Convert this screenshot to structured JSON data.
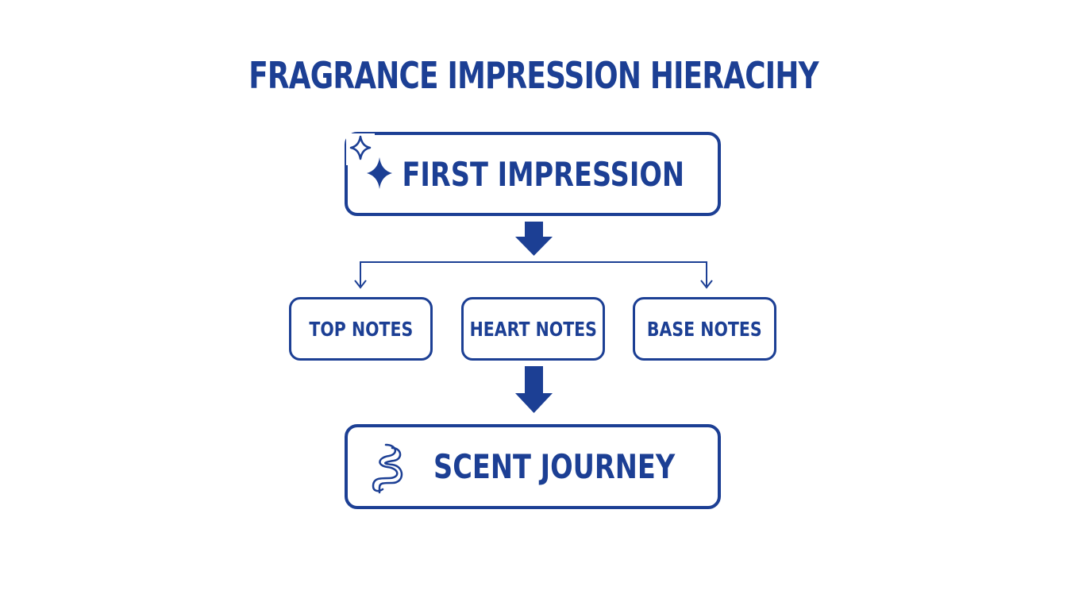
{
  "title": "FRAGRANCE IMPRESSION HIERACIHY",
  "nodes": {
    "first_impression": {
      "label": "FIRST IMPRESSION",
      "icon": "sparkle-icon"
    },
    "top_notes": {
      "label": "TOP NOTES"
    },
    "heart_notes": {
      "label": "HEART NOTES"
    },
    "base_notes": {
      "label": "BASE NOTES"
    },
    "scent_journey": {
      "label": "SCENT JOURNEY",
      "icon": "winding-path-icon"
    }
  },
  "edges": [
    {
      "from": "first_impression",
      "to": "heart_notes",
      "style": "bold-arrow"
    },
    {
      "from": "first_impression",
      "to": "top_notes",
      "style": "thin-branch-arrow"
    },
    {
      "from": "first_impression",
      "to": "base_notes",
      "style": "thin-branch-arrow"
    },
    {
      "from": "heart_notes",
      "to": "scent_journey",
      "style": "bold-arrow"
    }
  ],
  "colors": {
    "accent": "#1c3f94",
    "background": "#ffffff"
  }
}
